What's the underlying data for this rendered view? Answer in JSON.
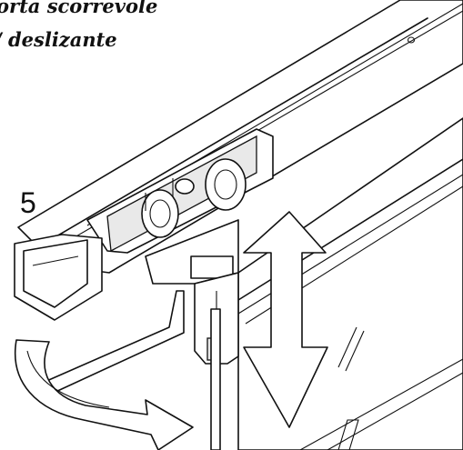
{
  "caption": {
    "line1": "orta scorrevole",
    "line2": "/ deslizante"
  },
  "step_number": "5",
  "icons": {
    "rotate_arrow": "curved-arrow-icon",
    "vertical_arrow": "double-headed-arrow-icon"
  }
}
